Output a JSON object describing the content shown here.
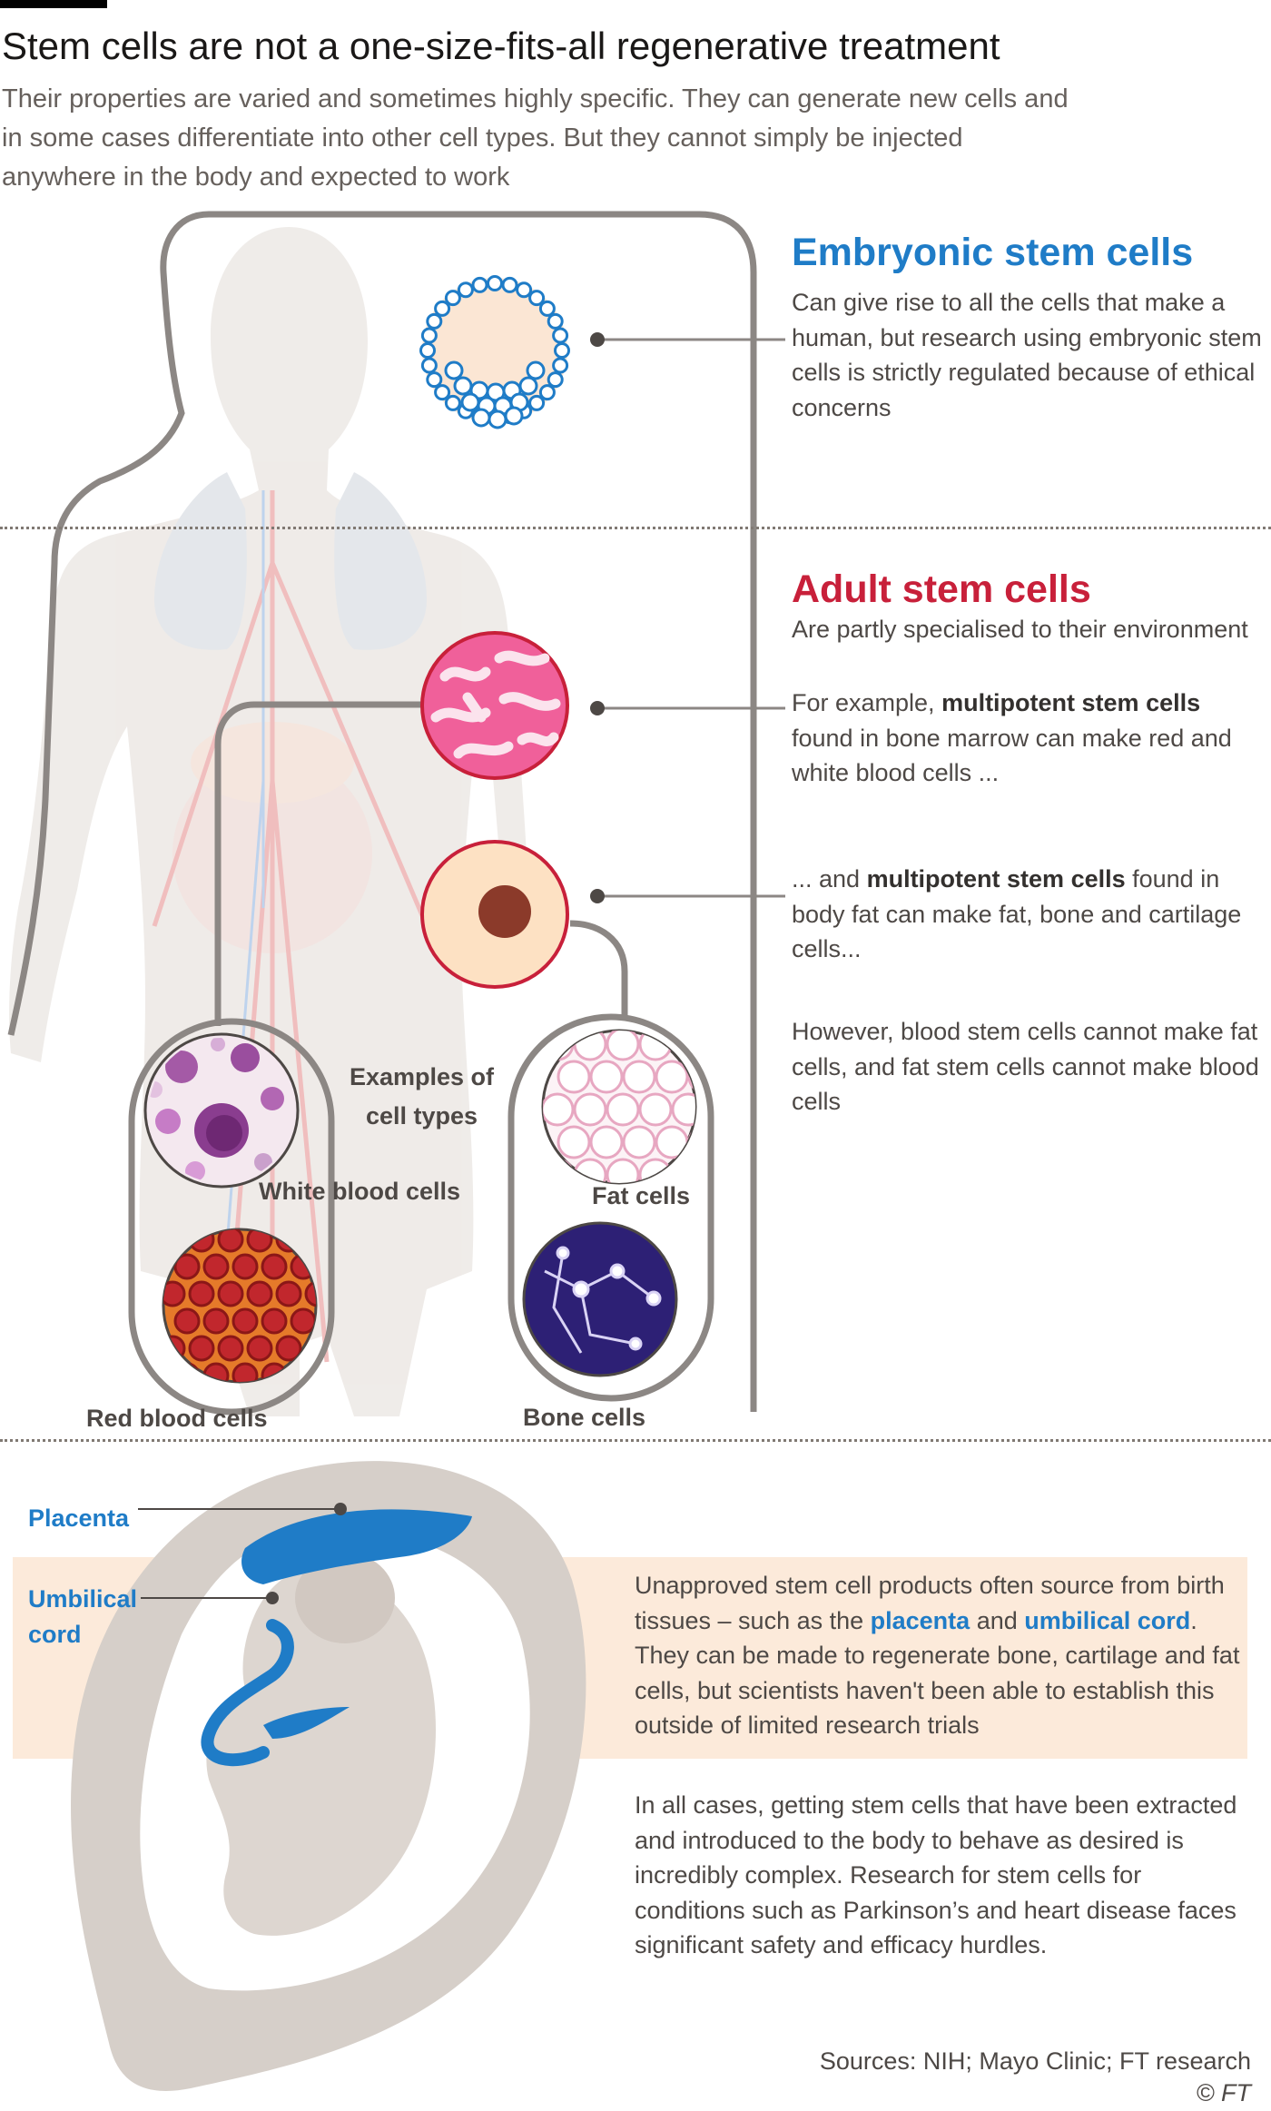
{
  "header": {
    "title": "Stem cells are not a one-size-fits-all regenerative treatment",
    "subtitle": "Their properties are varied and sometimes highly specific. They can generate new cells and in some cases differentiate into other cell types. But they cannot simply be injected anywhere in the body and expected to work"
  },
  "embryonic": {
    "heading": "Embryonic stem cells",
    "heading_color": "#1f7cc7",
    "text": "Can give rise to all the cells that make a human, but research using embryonic stem cells is strictly regulated because of ethical concerns"
  },
  "adult": {
    "heading": "Adult stem cells",
    "heading_color": "#c8203a",
    "subheading": "Are partly specialised to their environment",
    "blood_pre": "For example, ",
    "blood_bold": "multipotent stem cells",
    "blood_post": " found in bone marrow can make red and white blood cells ...",
    "fat_pre": "... and ",
    "fat_bold": "multipotent stem cells",
    "fat_post": " found in body fat can make fat, bone and cartilage cells...",
    "however": "However, blood stem cells cannot make fat cells, and fat stem cells cannot make blood cells"
  },
  "cell_types": {
    "heading_line1": "Examples of",
    "heading_line2": "cell types",
    "white": "White blood cells",
    "red": "Red blood cells",
    "fat": "Fat cells",
    "bone": "Bone cells"
  },
  "birth": {
    "placenta_label": "Placenta",
    "cord_label_line1": "Umbilical",
    "cord_label_line2": "cord",
    "text_pre": "Unapproved stem cell products often source from birth tissues – such as the ",
    "text_placenta": "placenta",
    "text_and": " and ",
    "text_cord": "umbilical cord",
    "text_post": ". They can be made to regenerate bone, cartilage and fat cells, but scientists haven't been able to establish this outside of limited research trials",
    "all_cases": "In all cases, getting stem cells that have been extracted and introduced to the body to behave as desired is incredibly complex. Research for stem cells for conditions such as Parkinson’s and heart disease faces significant safety and efficacy hurdles."
  },
  "footer": {
    "sources": "Sources: NIH; Mayo Clinic; FT research",
    "credit": "© FT"
  },
  "colors": {
    "accent_blue": "#1f7cc7",
    "accent_red": "#c8203a",
    "connector": "#8c8784",
    "band": "#fbe3ce"
  }
}
